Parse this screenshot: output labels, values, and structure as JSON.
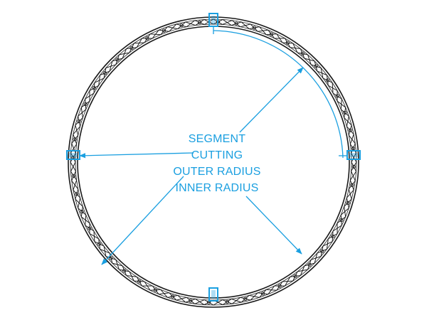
{
  "labels": {
    "segment": "SEGMENT",
    "cutting": "CUTTING",
    "outer_radius": "OUTER RADIUS",
    "inner_radius": "INNER RADIUS"
  },
  "colors": {
    "annotation": "#1a9fe0",
    "truss": "#1a1a1a",
    "background": "#ffffff"
  },
  "truss": {
    "shape": "circle",
    "connector_count": 4,
    "icon": "circular-truss-ring"
  }
}
